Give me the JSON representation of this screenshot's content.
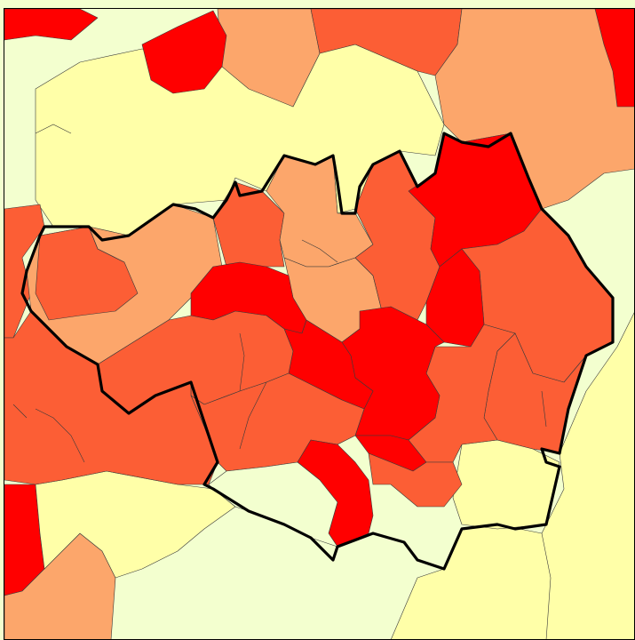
{
  "map": {
    "type": "choropleth",
    "classes": [
      {
        "class": 1,
        "color": "#f3ffcf"
      },
      {
        "class": 2,
        "color": "#ffffa8"
      },
      {
        "class": 3,
        "color": "#fca66b"
      },
      {
        "class": 4,
        "color": "#fc5e35"
      },
      {
        "class": 5,
        "color": "#ff0000"
      }
    ],
    "boundary_color": "#000000",
    "region_line_color": "#3a3a3a"
  }
}
